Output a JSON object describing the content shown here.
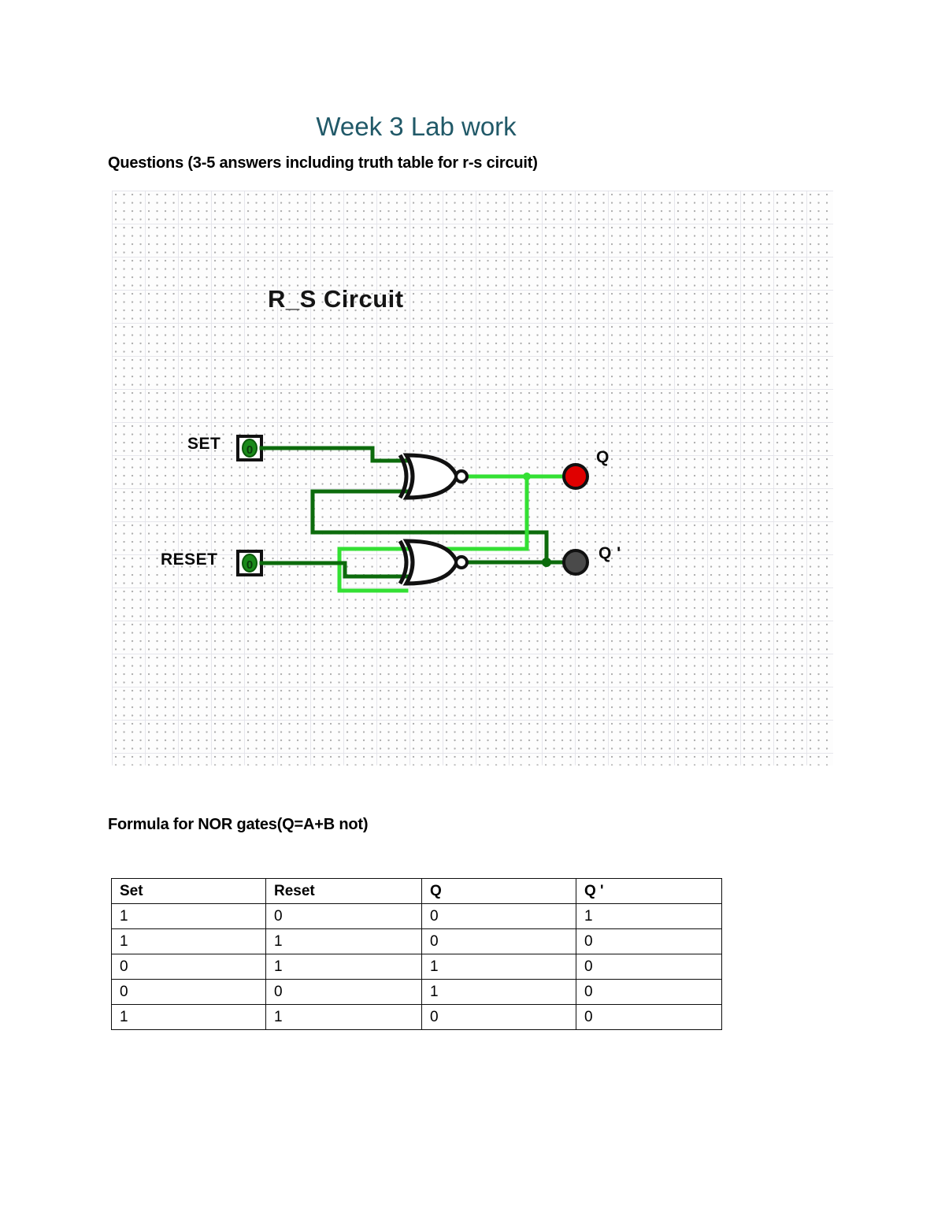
{
  "document": {
    "title": "Week 3 Lab work",
    "subtitle": "Questions (3-5 answers including truth table for r-s circuit)",
    "formula_line": "Formula for NOR gates(Q=A+B not)"
  },
  "figure": {
    "title": "R_S Circuit",
    "inputs": [
      {
        "label": "SET",
        "value": "0",
        "state_color": "#1a7a1a"
      },
      {
        "label": "RESET",
        "value": "0",
        "state_color": "#1a7a1a"
      }
    ],
    "outputs": [
      {
        "label": "Q",
        "led_color": "#e00000",
        "state": "high"
      },
      {
        "label": "Q '",
        "led_color": "#4a4a4a",
        "state": "low"
      }
    ],
    "gates": [
      {
        "type": "NOR",
        "name": "nor-gate-top"
      },
      {
        "type": "NOR",
        "name": "nor-gate-bottom"
      }
    ],
    "wire_colors": {
      "low": "#0c6b0c",
      "high": "#33e033"
    }
  },
  "truth_table": {
    "headers": [
      "Set",
      "Reset",
      "Q",
      "Q '"
    ],
    "rows": [
      [
        "1",
        "0",
        "0",
        "1"
      ],
      [
        "1",
        "1",
        "0",
        "0"
      ],
      [
        "0",
        "1",
        "1",
        "0"
      ],
      [
        "0",
        "0",
        "1",
        "0"
      ],
      [
        "1",
        "1",
        "0",
        "0"
      ]
    ]
  }
}
